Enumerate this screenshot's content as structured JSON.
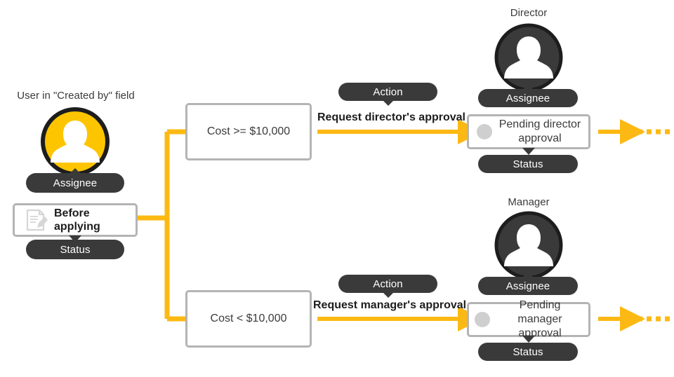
{
  "diagram": {
    "title": "Approval workflow branching by cost",
    "accent_color": "#FDB913",
    "dark_color": "#3a3a3a",
    "border_color": "#b4b4b4",
    "status_dot_color": "#cfcfcf"
  },
  "start": {
    "caption": "User in \"Created by\" field",
    "avatar_name": "yellow-user-avatar",
    "avatar_label": "Assignee",
    "status_label": "Status",
    "box_text_line1": "Before",
    "box_text_line2": "applying",
    "icon": "document-edit-icon"
  },
  "branches": [
    {
      "id": "director",
      "condition": "Cost >= $10,000",
      "action_pill": "Action",
      "action_text": "Request director's approval",
      "role_caption": "Director",
      "avatar_name": "dark-user-avatar",
      "assignee_label": "Assignee",
      "status_text_line1": "Pending director",
      "status_text_line2": "approval",
      "status_label": "Status",
      "continues": true
    },
    {
      "id": "manager",
      "condition": "Cost < $10,000",
      "action_pill": "Action",
      "action_text": "Request manager's approval",
      "role_caption": "Manager",
      "avatar_name": "dark-user-avatar",
      "assignee_label": "Assignee",
      "status_text_line1": "Pending manager",
      "status_text_line2": "approval",
      "status_label": "Status",
      "continues": true
    }
  ]
}
